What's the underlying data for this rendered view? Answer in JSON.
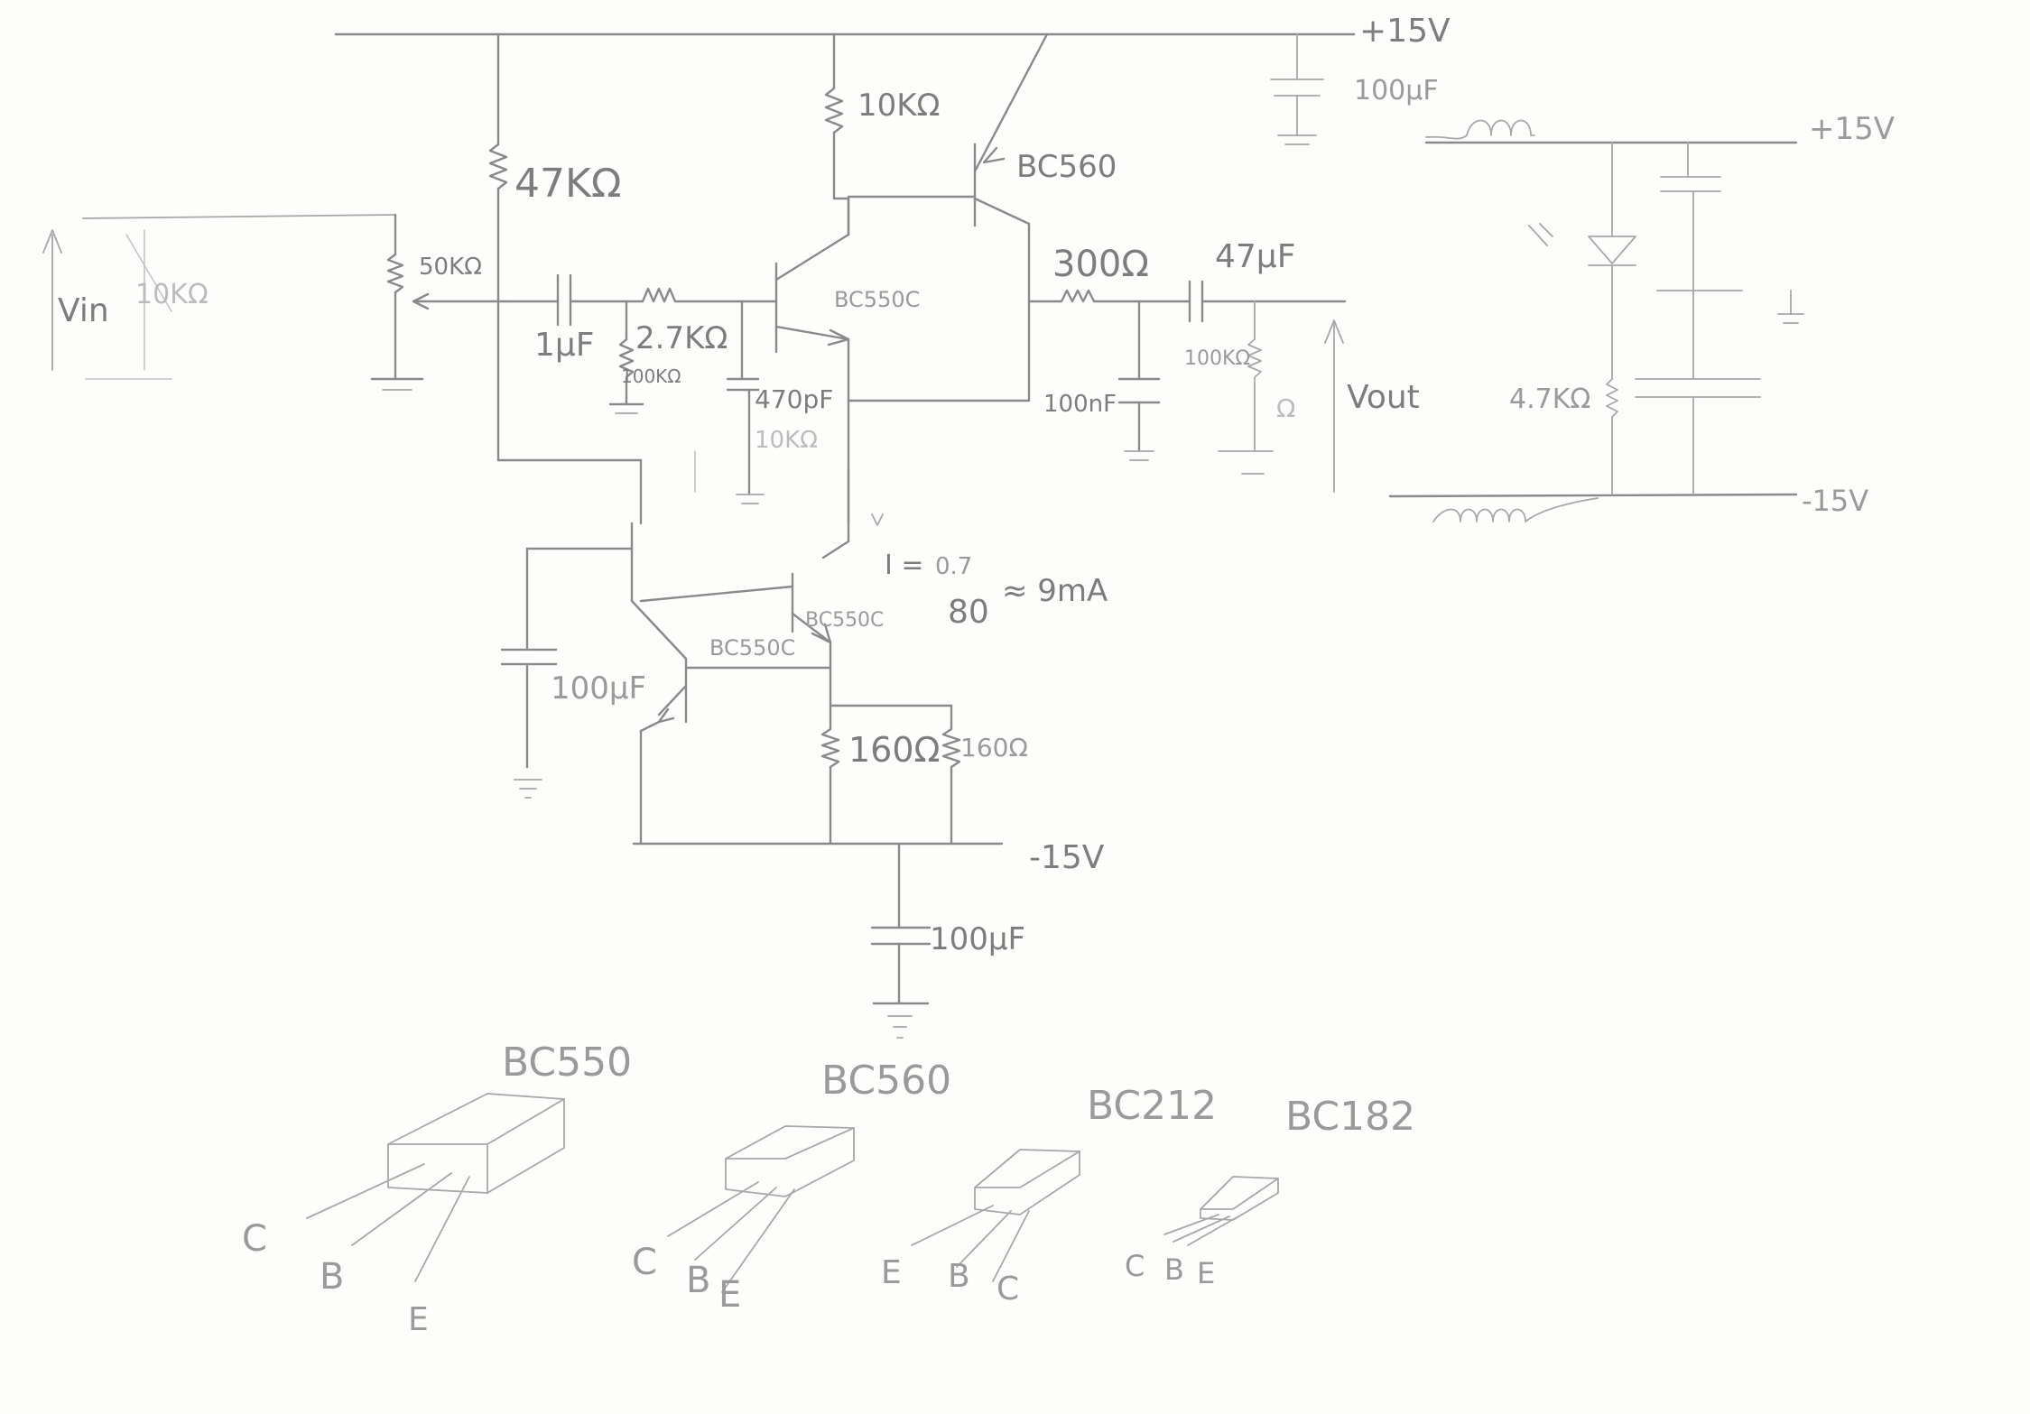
{
  "labels": {
    "supply_plus_top": "+15V",
    "supply_plus_right": "+15V",
    "supply_minus_bottom": "-15V",
    "supply_minus_right": "-15V",
    "cap_top_supply": "100µF",
    "cap_bottom_supply": "100µF",
    "cap_tail": "100µF",
    "res_bias_top": "47KΩ",
    "res_collector": "10KΩ",
    "q_pnp": "BC560",
    "q_diffpair_left": "BC550C",
    "q_current_source": "BC550C",
    "q_mirror": "BC550C",
    "pot": "50KΩ",
    "res_source": "10KΩ",
    "vin": "Vin",
    "cap_input": "1µF",
    "res_series": "2.7KΩ",
    "res_bias_ground": "100KΩ",
    "cap_comp": "470pF",
    "res_faint": "10KΩ",
    "res_output": "300Ω",
    "cap_output": "47µF",
    "res_load": "100KΩ",
    "cap_filter": "100nF",
    "vout": "Vout",
    "current_eq_lhs": "I =",
    "current_eq_num": "0.7",
    "current_eq_den": "80",
    "current_eq_rhs": "≈ 9mA",
    "res_emitter_a": "160Ω",
    "res_emitter_b": "160Ω",
    "res_led": "4.7KΩ",
    "res_output_faint": "Ω"
  },
  "pinouts": [
    {
      "name": "BC550",
      "pins": [
        "C",
        "B",
        "E"
      ]
    },
    {
      "name": "BC560",
      "pins": [
        "C",
        "B",
        "E"
      ]
    },
    {
      "name": "BC212",
      "pins": [
        "E",
        "B",
        "C"
      ]
    },
    {
      "name": "BC182",
      "pins": [
        "C",
        "B",
        "E"
      ]
    }
  ]
}
